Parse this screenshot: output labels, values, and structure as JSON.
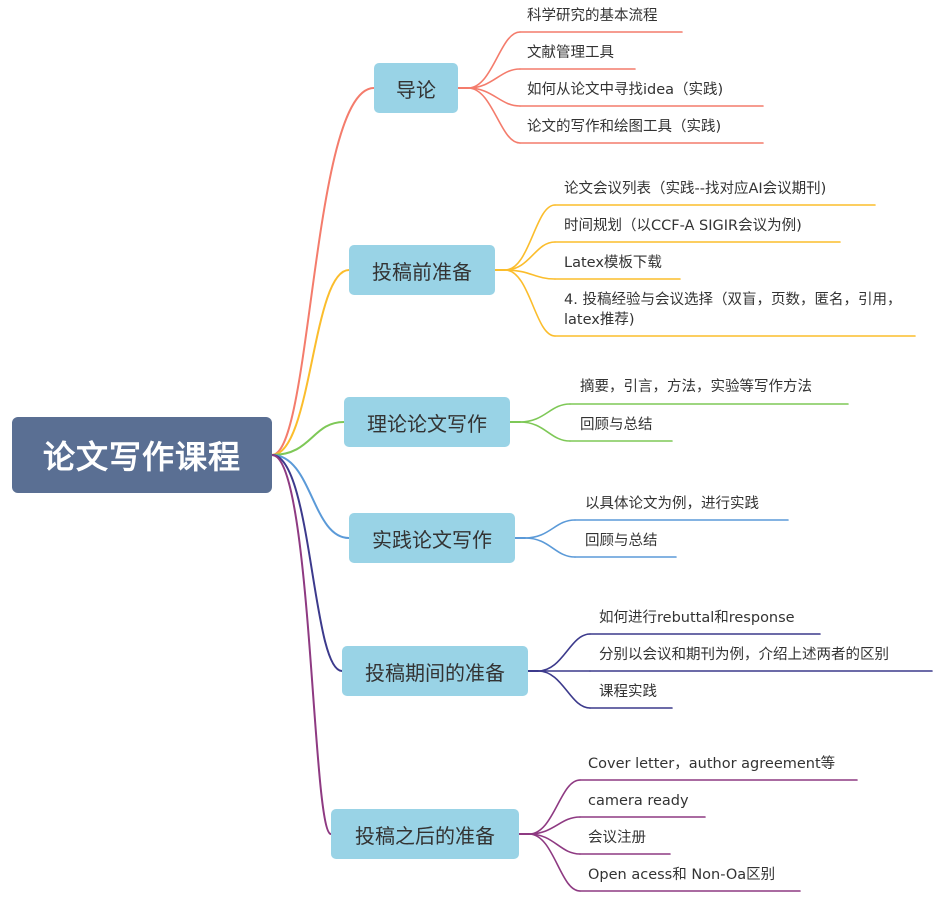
{
  "root": {
    "label": "论文写作课程"
  },
  "branches": [
    {
      "id": "intro",
      "label": "导论",
      "color": "#f47c6c",
      "leaves": [
        "科学研究的基本流程",
        "文献管理工具",
        "如何从论文中寻找idea（实践)",
        "论文的写作和绘图工具（实践)"
      ]
    },
    {
      "id": "pre",
      "label": "投稿前准备",
      "color": "#fbbd2c",
      "leaves": [
        "论文会议列表（实践--找对应AI会议期刊)",
        "时间规划（以CCF-A SIGIR会议为例)",
        "Latex模板下载",
        "4. 投稿经验与会议选择（双盲，页数，匿名，引用，latex推荐)"
      ]
    },
    {
      "id": "theory",
      "label": "理论论文写作",
      "color": "#7ec857",
      "leaves": [
        "摘要，引言，方法，实验等写作方法",
        "回顾与总结"
      ]
    },
    {
      "id": "practice",
      "label": "实践论文写作",
      "color": "#5b9ad8",
      "leaves": [
        "以具体论文为例，进行实践",
        "回顾与总结"
      ]
    },
    {
      "id": "during",
      "label": "投稿期间的准备",
      "color": "#3c3a8c",
      "leaves": [
        "如何进行rebuttal和response",
        "分别以会议和期刊为例，介绍上述两者的区别",
        "课程实践"
      ]
    },
    {
      "id": "after",
      "label": "投稿之后的准备",
      "color": "#8e3a82",
      "leaves": [
        "Cover letter，author agreement等",
        "camera ready",
        "会议注册",
        "Open acess和 Non-Oa区别"
      ]
    }
  ]
}
